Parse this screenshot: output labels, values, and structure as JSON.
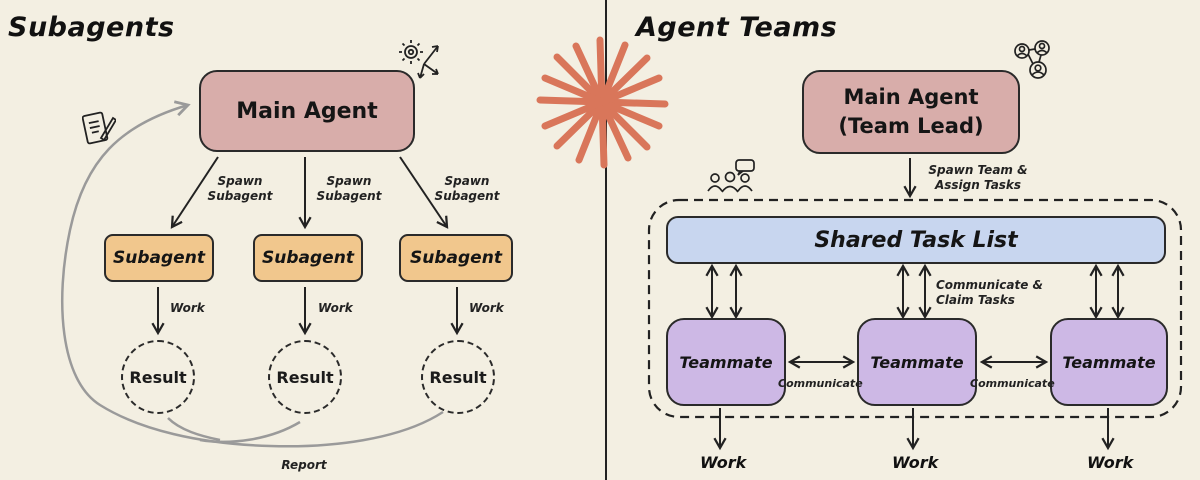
{
  "left": {
    "title": "Subagents",
    "main_agent": "Main Agent",
    "spawn_label": "Spawn\nSubagent",
    "subagent_label": "Subagent",
    "work_label": "Work",
    "result_label": "Result",
    "report_label": "Report"
  },
  "right": {
    "title": "Agent Teams",
    "main_agent": "Main Agent\n(Team Lead)",
    "spawn_team_label": "Spawn Team &\nAssign Tasks",
    "shared_task_list": "Shared Task List",
    "communicate_claim_label": "Communicate &\nClaim Tasks",
    "teammate_label": "Teammate",
    "communicate_label": "Communicate",
    "work_label": "Work"
  },
  "colors": {
    "background": "#f3efe2",
    "main_agent_fill": "#d8adaa",
    "subagent_fill": "#f1c78d",
    "task_list_fill": "#c8d6ef",
    "teammate_fill": "#cdb8e5",
    "starburst": "#d9765a",
    "report_arrow": "#9a9a9a"
  },
  "icons": [
    "gear-arrows-icon",
    "clipboard-pencil-icon",
    "people-network-icon",
    "group-chat-icon"
  ]
}
